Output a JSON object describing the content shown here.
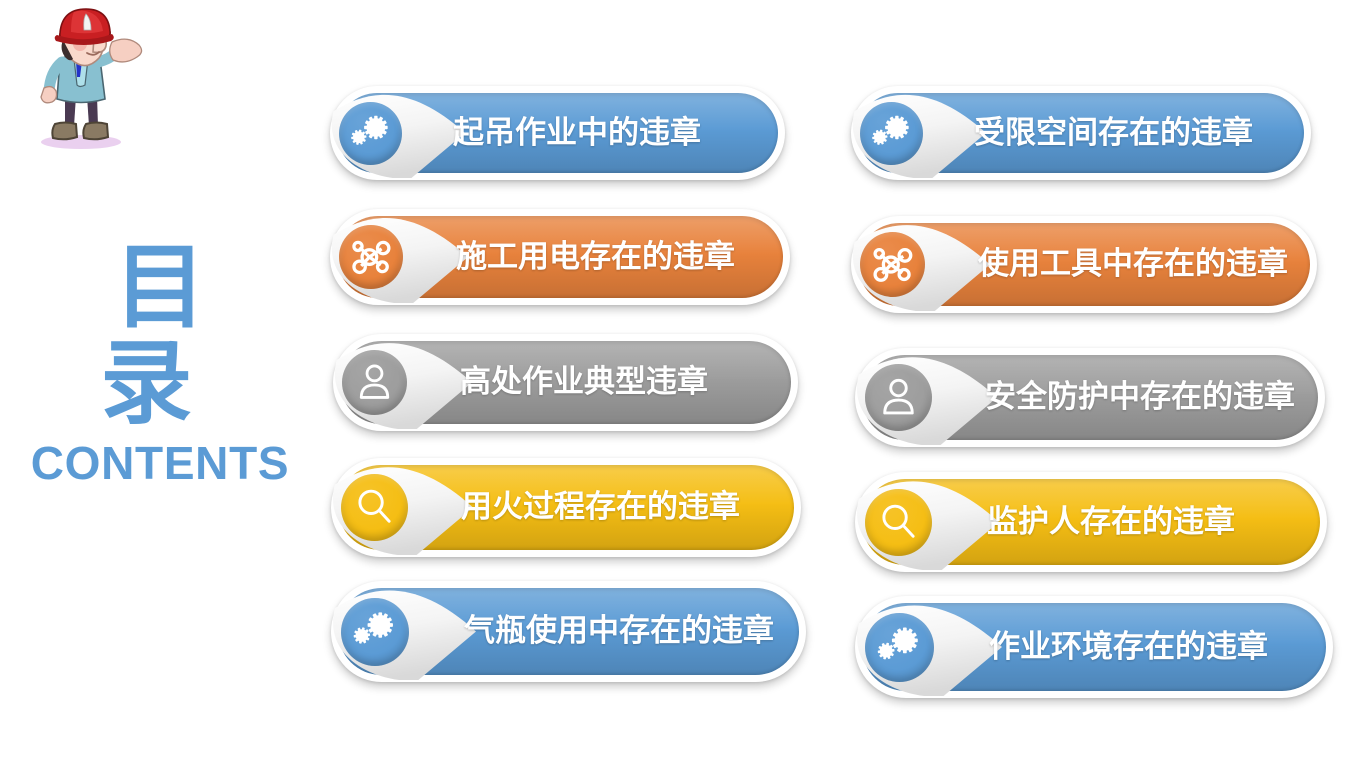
{
  "slide": {
    "background_color": "#ffffff",
    "title_cn": "目 录",
    "title_en": "CONTENTS",
    "title_color": "#5B9BD5",
    "mascot": "construction-worker-mascot"
  },
  "palette": {
    "blue": "#5B9BD5",
    "orange": "#E8823C",
    "gray": "#9D9D9D",
    "yellow": "#F5BE14",
    "leaf_white": "#F2F2F2",
    "plate_white": "#FFFFFF",
    "label_text": "#FFFFFF"
  },
  "columns": [
    {
      "name": "left-column",
      "items": [
        {
          "label": "起吊作业中的违章",
          "color": "#5B9BD5",
          "icon": "gears-icon",
          "row": 1
        },
        {
          "label": "施工用电存在的违章",
          "color": "#E8823C",
          "icon": "network-icon",
          "row": 2
        },
        {
          "label": "高处作业典型违章",
          "color": "#9D9D9D",
          "icon": "person-icon",
          "row": 3
        },
        {
          "label": "用火过程存在的违章",
          "color": "#F5BE14",
          "icon": "search-icon",
          "row": 4
        },
        {
          "label": "气瓶使用中存在的违章",
          "color": "#5B9BD5",
          "icon": "gears-icon",
          "row": 5
        }
      ]
    },
    {
      "name": "right-column",
      "items": [
        {
          "label": "受限空间存在的违章",
          "color": "#5B9BD5",
          "icon": "gears-icon",
          "row": 1
        },
        {
          "label": "使用工具中存在的违章",
          "color": "#E8823C",
          "icon": "network-icon",
          "row": 2
        },
        {
          "label": "安全防护中存在的违章",
          "color": "#9D9D9D",
          "icon": "person-icon",
          "row": 3
        },
        {
          "label": "监护人存在的违章",
          "color": "#F5BE14",
          "icon": "search-icon",
          "row": 4
        },
        {
          "label": "作业环境存在的违章",
          "color": "#5B9BD5",
          "icon": "gears-icon",
          "row": 5
        }
      ]
    }
  ]
}
